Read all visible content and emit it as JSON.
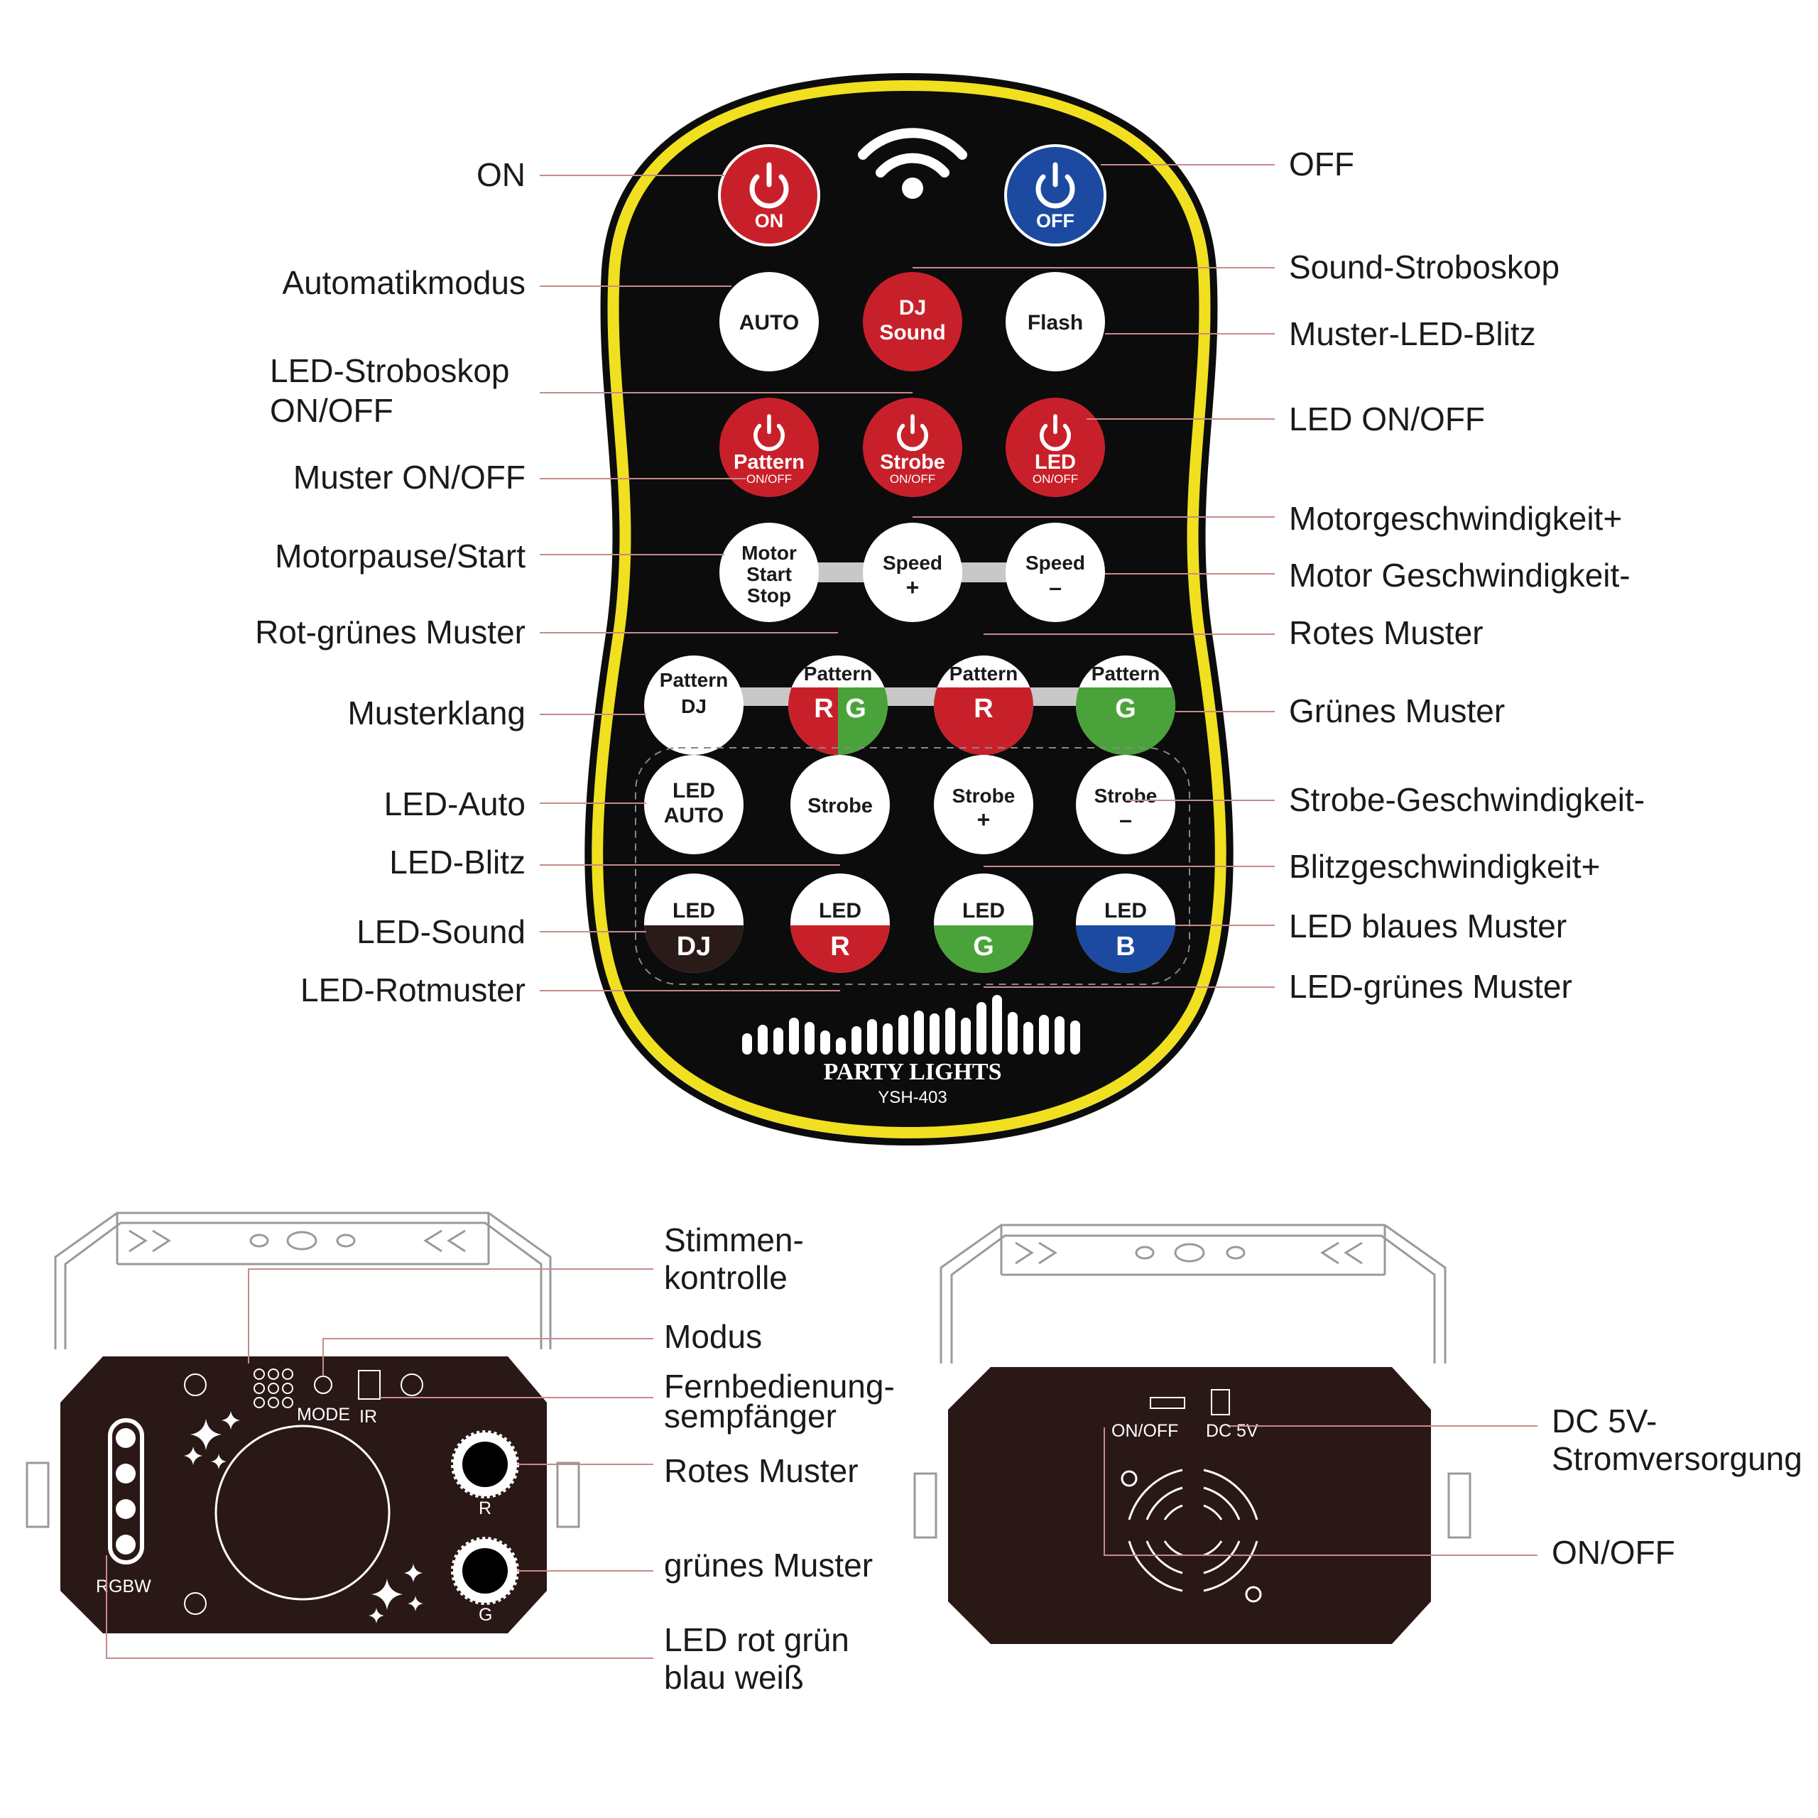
{
  "remote": {
    "brand": "PARTY LIGHTS",
    "model": "YSH-403",
    "buttons": {
      "on": "ON",
      "off": "OFF",
      "auto": "AUTO",
      "dj_sound_1": "DJ",
      "dj_sound_2": "Sound",
      "flash": "Flash",
      "pattern_onoff": "Pattern",
      "strobe_onoff": "Strobe",
      "led_onoff": "LED",
      "onoff_small": "ON/OFF",
      "motor_1": "Motor",
      "motor_2": "Start",
      "motor_3": "Stop",
      "speed": "Speed",
      "plus": "+",
      "minus": "–",
      "pattern": "Pattern",
      "dj": "DJ",
      "r": "R",
      "g": "G",
      "b": "B",
      "led": "LED",
      "led_auto_2": "AUTO",
      "strobe": "Strobe"
    },
    "colors": {
      "red": "#c8202a",
      "blue": "#1b4aa0",
      "green": "#4aa33a",
      "body": "#0c0c0c",
      "rim": "#f0e020"
    },
    "wifi_icon": "wifi-icon",
    "power_icon": "power-icon"
  },
  "labels_left": {
    "on": "ON",
    "auto_mode": "Automatikmodus",
    "led_strobe_1": "LED-Stroboskop",
    "led_strobe_2": "ON/OFF",
    "pattern_onoff": "Muster ON/OFF",
    "motor_pause": "Motorpause/Start",
    "red_green": "Rot-grünes Muster",
    "pattern_sound": "Musterklang",
    "led_auto": "LED-Auto",
    "led_flash": "LED-Blitz",
    "led_sound": "LED-Sound",
    "led_red": "LED-Rotmuster"
  },
  "labels_right": {
    "off": "OFF",
    "sound_strobe": "Sound-Stroboskop",
    "pattern_led_flash": "Muster-LED-Blitz",
    "led_onoff": "LED ON/OFF",
    "motor_speed_plus": "Motorgeschwindigkeit+",
    "motor_speed_minus": "Motor Geschwindigkeit-",
    "red_pattern": "Rotes Muster",
    "green_pattern": "Grünes Muster",
    "strobe_speed_minus": "Strobe-Geschwindigkeit-",
    "flash_speed_plus": "Blitzgeschwindigkeit+",
    "led_blue": "LED blaues Muster",
    "led_green": "LED-grünes Muster"
  },
  "front_device": {
    "panel": {
      "mode": "MODE",
      "ir": "IR",
      "rgbw": "RGBW",
      "r": "R",
      "g": "G"
    },
    "labels": {
      "voice_1": "Stimmen-",
      "voice_2": "kontrolle",
      "mode": "Modus",
      "receiver_1": "Fernbedienung-",
      "receiver_2": "sempfänger",
      "red": "Rotes Muster",
      "green": "grünes Muster",
      "rgbw_1": "LED rot grün",
      "rgbw_2": "blau weiß"
    }
  },
  "back_device": {
    "panel": {
      "onoff": "ON/OFF",
      "dc": "DC 5V"
    },
    "labels": {
      "dc_1": "DC 5V-",
      "dc_2": "Stromversorgung",
      "onoff": "ON/OFF"
    }
  }
}
